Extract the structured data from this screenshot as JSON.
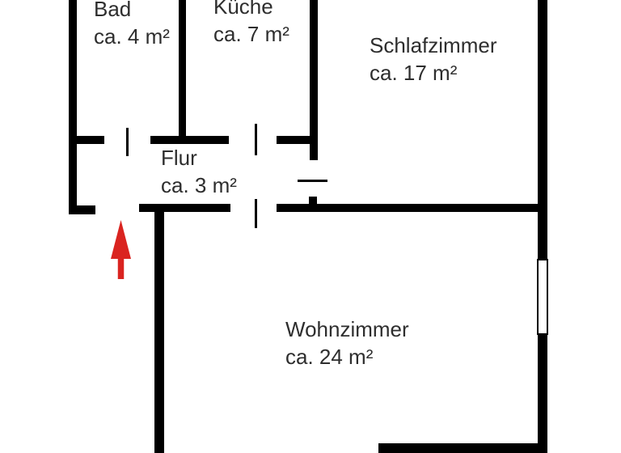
{
  "floorplan": {
    "rooms": [
      {
        "id": "bad",
        "name": "Bad",
        "area": "ca. 4 m²"
      },
      {
        "id": "kueche",
        "name": "Küche",
        "area": "ca. 7 m²"
      },
      {
        "id": "schlafzimmer",
        "name": "Schlafzimmer",
        "area": "ca. 17 m²"
      },
      {
        "id": "flur",
        "name": "Flur",
        "area": "ca. 3 m²"
      },
      {
        "id": "wohnzimmer",
        "name": "Wohnzimmer",
        "area": "ca. 24 m²"
      }
    ],
    "icons": {
      "entrance_arrow": "up-arrow"
    },
    "colors": {
      "wall": "#000000",
      "text": "#2e2e2e",
      "entrance_arrow": "#da2420",
      "background": "#ffffff"
    }
  }
}
